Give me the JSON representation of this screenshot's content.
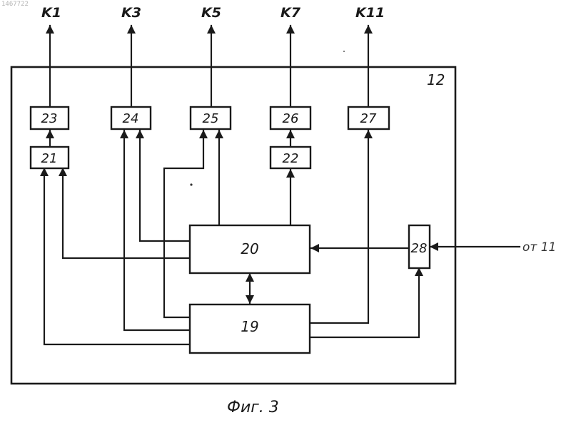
{
  "doc_id": "1467722",
  "outputs": [
    "K1",
    "K3",
    "K5",
    "K7",
    "K11"
  ],
  "frame_label": "12",
  "blocks": {
    "b19": "19",
    "b20": "20",
    "b21": "21",
    "b22": "22",
    "b23": "23",
    "b24": "24",
    "b25": "25",
    "b26": "26",
    "b27": "27",
    "b28": "28"
  },
  "input_label": "от 11",
  "caption": "Фиг. 3"
}
